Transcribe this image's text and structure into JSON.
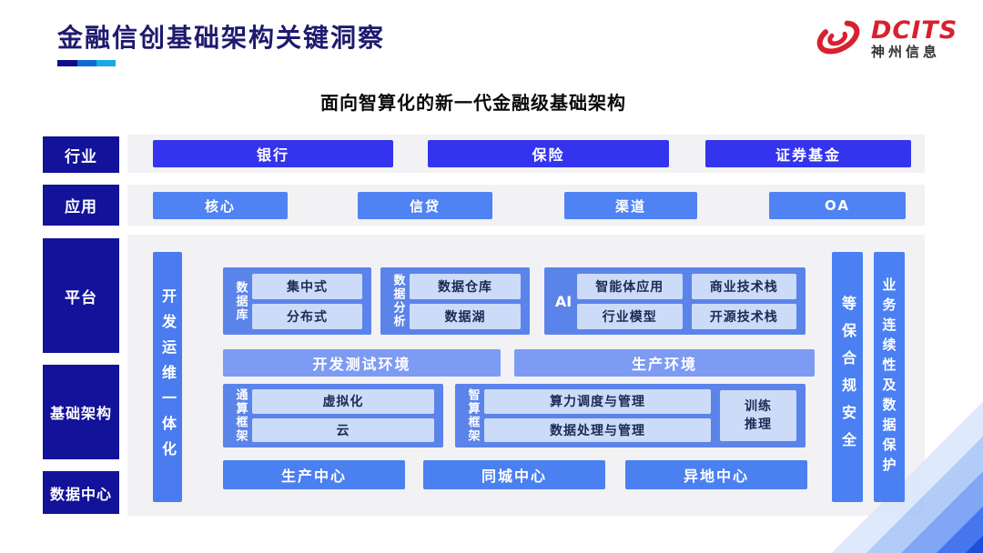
{
  "header": {
    "title": "金融信创基础架构关键洞察",
    "logo": {
      "brand": "DCITS",
      "company": "神州信息"
    }
  },
  "subtitle": "面向智算化的新一代金融级基础架构",
  "rail": {
    "industry": "行业",
    "application": "应用",
    "platform": "平台",
    "infrastructure": "基础架构",
    "datacenter": "数据中心"
  },
  "industry_row": {
    "items": [
      "银行",
      "保险",
      "证券基金"
    ]
  },
  "application_row": {
    "items": [
      "核心",
      "信贷",
      "渠道",
      "OA"
    ]
  },
  "platform": {
    "devops_bar": "开发运维一体化",
    "database": {
      "label": "数据库",
      "items": [
        "集中式",
        "分布式"
      ]
    },
    "analytics": {
      "label": "数据分析",
      "items": [
        "数据仓库",
        "数据湖"
      ]
    },
    "ai": {
      "label": "AI",
      "items": [
        "智能体应用",
        "商业技术栈",
        "行业模型",
        "开源技术栈"
      ]
    },
    "environments": [
      "开发测试环境",
      "生产环境"
    ],
    "general_framework": {
      "label": "通算框架",
      "items": [
        "虚拟化",
        "云"
      ]
    },
    "intelligent_framework": {
      "label": "智算框架",
      "items": [
        "算力调度与管理",
        "数据处理与管理"
      ],
      "side": "训练推理"
    },
    "centers": [
      "生产中心",
      "同城中心",
      "异地中心"
    ],
    "security_bar": "等保合规安全",
    "continuity_bar": "业务连续性及数据保护"
  },
  "colors": {
    "title_navy": "#1e1a6e",
    "brand_red": "#d9202f",
    "rail_navy": "#12129a",
    "industry_blue": "#3434ee",
    "application_blue": "#4f82f2",
    "group_blue": "#5b84ea",
    "cell_light_blue": "#ccdcf8",
    "env_blue": "#7d9bf2",
    "bar_blue": "#4a80f2",
    "strip_gray": "#f2f2f4",
    "underline_segments": [
      "#0d0d8c",
      "#0e6ad4",
      "#18a8e8"
    ]
  }
}
